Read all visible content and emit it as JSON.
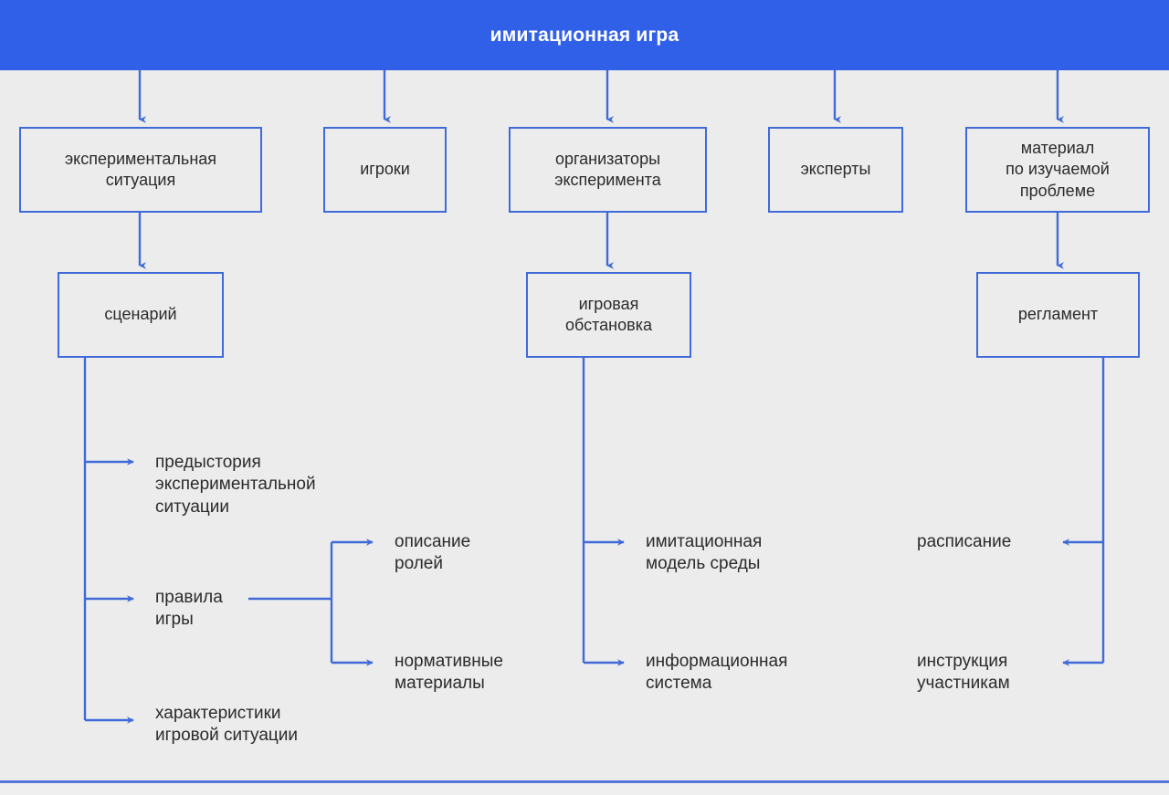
{
  "header": {
    "title": "имитационная игра",
    "background_color": "#3160e8",
    "text_color": "#ffffff"
  },
  "canvas": {
    "background_color": "#ececec",
    "line_color": "#3f6ad8",
    "text_color": "#2b2b2b",
    "bottom_rule_color": "#5577d8"
  },
  "level1": {
    "nodes": [
      {
        "id": "experimental-situation",
        "label": "экспериментальная\nситуация"
      },
      {
        "id": "players",
        "label": "игроки"
      },
      {
        "id": "experiment-organizers",
        "label": "организаторы\nэксперимента"
      },
      {
        "id": "experts",
        "label": "эксперты"
      },
      {
        "id": "study-material",
        "label": "материал\nпо изучаемой\nпроблеме"
      }
    ]
  },
  "level2": {
    "nodes": [
      {
        "id": "scenario",
        "label": "сценарий"
      },
      {
        "id": "game-setting",
        "label": "игровая\nобстановка"
      },
      {
        "id": "regulations",
        "label": "регламент"
      }
    ]
  },
  "scenario_branch": {
    "items": [
      {
        "id": "prehistory",
        "label": "предыстория\nэкспериментальной\nситуации"
      },
      {
        "id": "game-rules",
        "label": "правила\nигры"
      },
      {
        "id": "game-situation-characteristics",
        "label": "характеристики\nигровой ситуации"
      }
    ],
    "rules_children": [
      {
        "id": "roles-description",
        "label": "описание\nролей"
      },
      {
        "id": "normative-materials",
        "label": "нормативные\nматериалы"
      }
    ]
  },
  "setting_branch": {
    "items": [
      {
        "id": "environment-simulation-model",
        "label": "имитационная\nмодель среды"
      },
      {
        "id": "information-system",
        "label": "информационная\nсистема"
      }
    ]
  },
  "regulations_branch": {
    "items": [
      {
        "id": "schedule",
        "label": "расписание"
      },
      {
        "id": "participant-instructions",
        "label": "инструкция\nучастникам"
      }
    ]
  }
}
